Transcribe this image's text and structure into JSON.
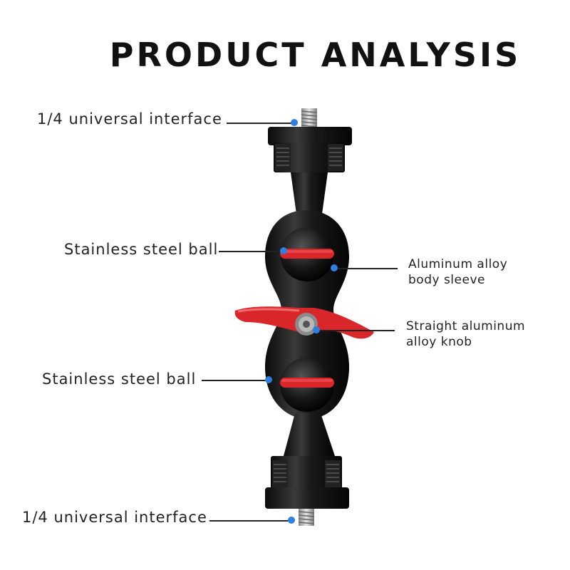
{
  "title": "PRODUCT ANALYSIS",
  "accent_color": "#2f7fe0",
  "knob_color": "#d9262b",
  "callouts": [
    {
      "text": "1/4 universal interface"
    },
    {
      "text": "Stainless steel ball"
    },
    {
      "line1": "Aluminum alloy",
      "line2": "body sleeve"
    },
    {
      "line1": "Straight aluminum",
      "line2": "alloy knob"
    },
    {
      "text": "Stainless steel ball"
    },
    {
      "text": "1/4 universal interface"
    }
  ]
}
